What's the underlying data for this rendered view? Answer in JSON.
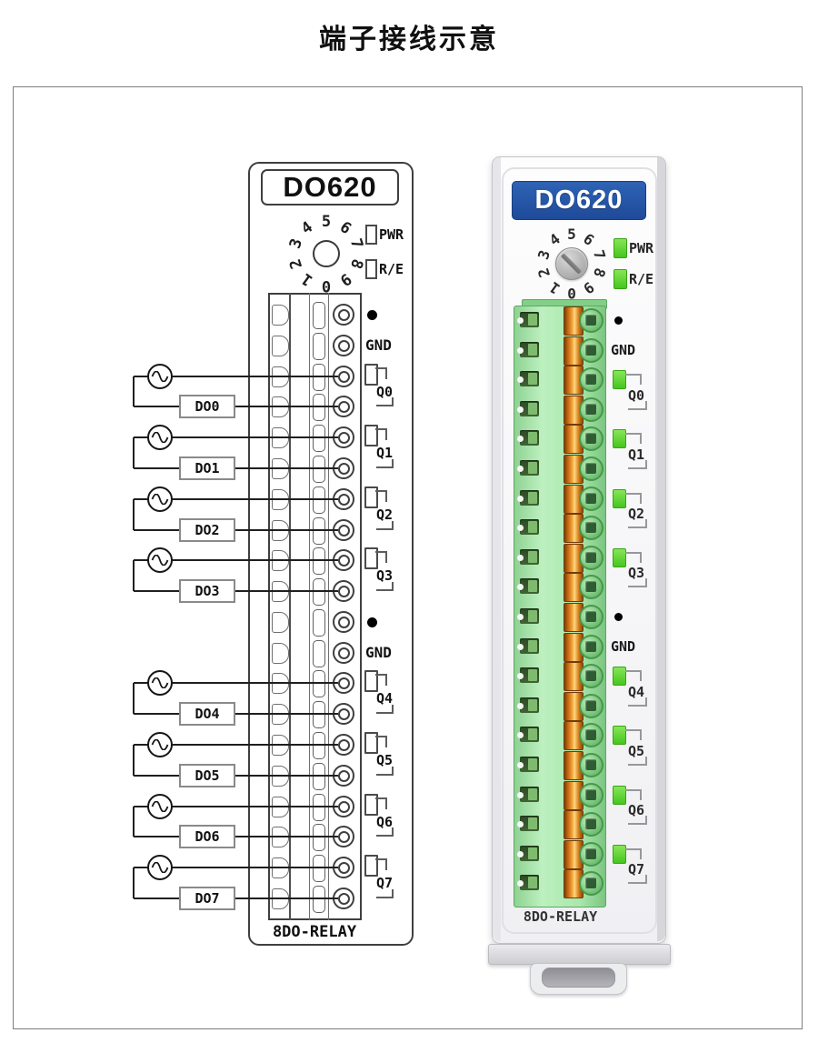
{
  "title": "端子接线示意",
  "left_module": {
    "model": "DO620",
    "type_label": "8DO-RELAY",
    "power_led": "PWR",
    "run_error_led": "R/E",
    "gnd_label": "GND",
    "rotary_digits": [
      "0",
      "1",
      "2",
      "3",
      "4",
      "5",
      "6",
      "7",
      "8",
      "9"
    ],
    "output_channels": [
      "Q0",
      "Q1",
      "Q2",
      "Q3",
      "Q4",
      "Q5",
      "Q6",
      "Q7"
    ],
    "wired_inputs": [
      "DO0",
      "DO1",
      "DO2",
      "DO3",
      "DO4",
      "DO5",
      "DO6",
      "DO7"
    ]
  },
  "right_module": {
    "model": "DO620",
    "type_label": "8DO-RELAY",
    "power_led": "PWR",
    "run_error_led": "R/E",
    "gnd_label": "GND",
    "rotary_digits": [
      "0",
      "1",
      "2",
      "3",
      "4",
      "5",
      "6",
      "7",
      "8",
      "9"
    ],
    "output_channels": [
      "Q0",
      "Q1",
      "Q2",
      "Q3",
      "Q4",
      "Q5",
      "Q6",
      "Q7"
    ]
  },
  "colors": {
    "banner_blue": "#2356a8",
    "led_green": "#4ec522",
    "terminal_block_green": "#a9e7ac",
    "copper_orange": "#e89a2e",
    "wire_dark": "#1f1f1f",
    "module_body_gray": "#f2f2f5"
  }
}
